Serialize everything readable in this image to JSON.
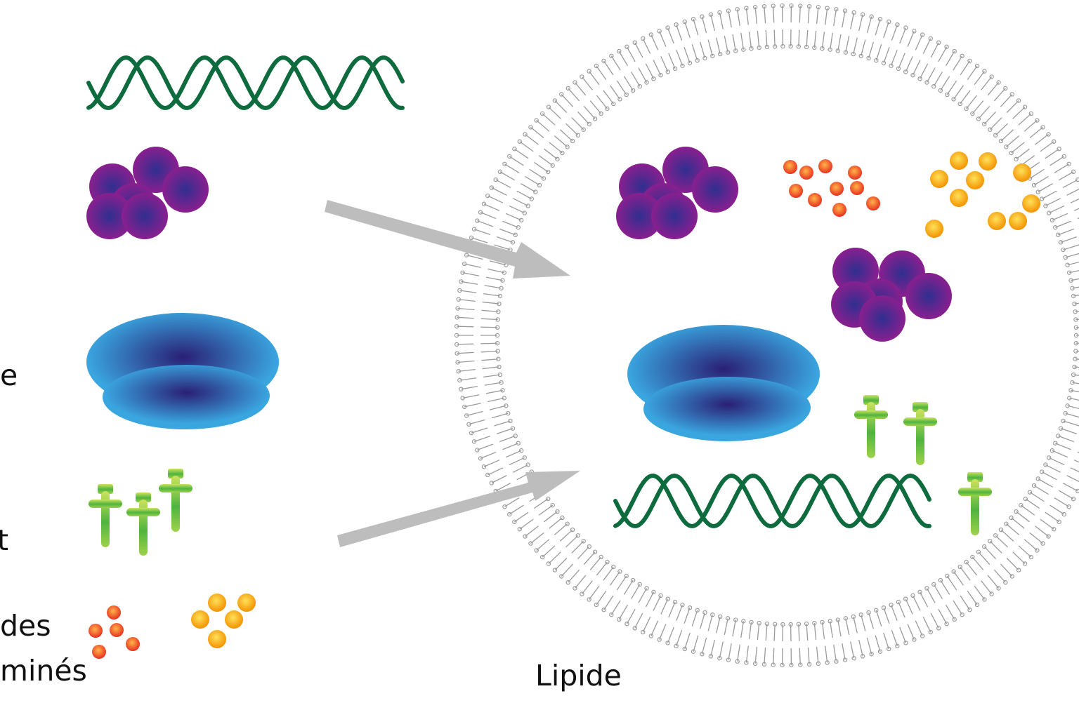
{
  "labels": {
    "ribosome_fragment": "e",
    "trna_fragment": "t",
    "aminoacids_line1": "des",
    "aminoacids_line2": "minés",
    "membrane_label": "Lipide"
  },
  "colors": {
    "dna": "#0d6b3e",
    "protein": "#8a1f8f",
    "protein_core": "#3b2a8c",
    "ribosome": "#3aa6e0",
    "ribosome_core": "#2a1f74",
    "trna_top": "#c8e05a",
    "trna_bottom": "#2e9a3e",
    "aa_red": "#f0452a",
    "aa_orange": "#f8a800",
    "arrow": "#bdbdbd",
    "lipid": "#9a9a9a"
  },
  "icons": [
    "dna-helix-icon",
    "protein-cluster-icon",
    "ribosome-icon",
    "trna-icon",
    "amino-acid-icon",
    "arrow-icon",
    "lipid-membrane-icon"
  ]
}
